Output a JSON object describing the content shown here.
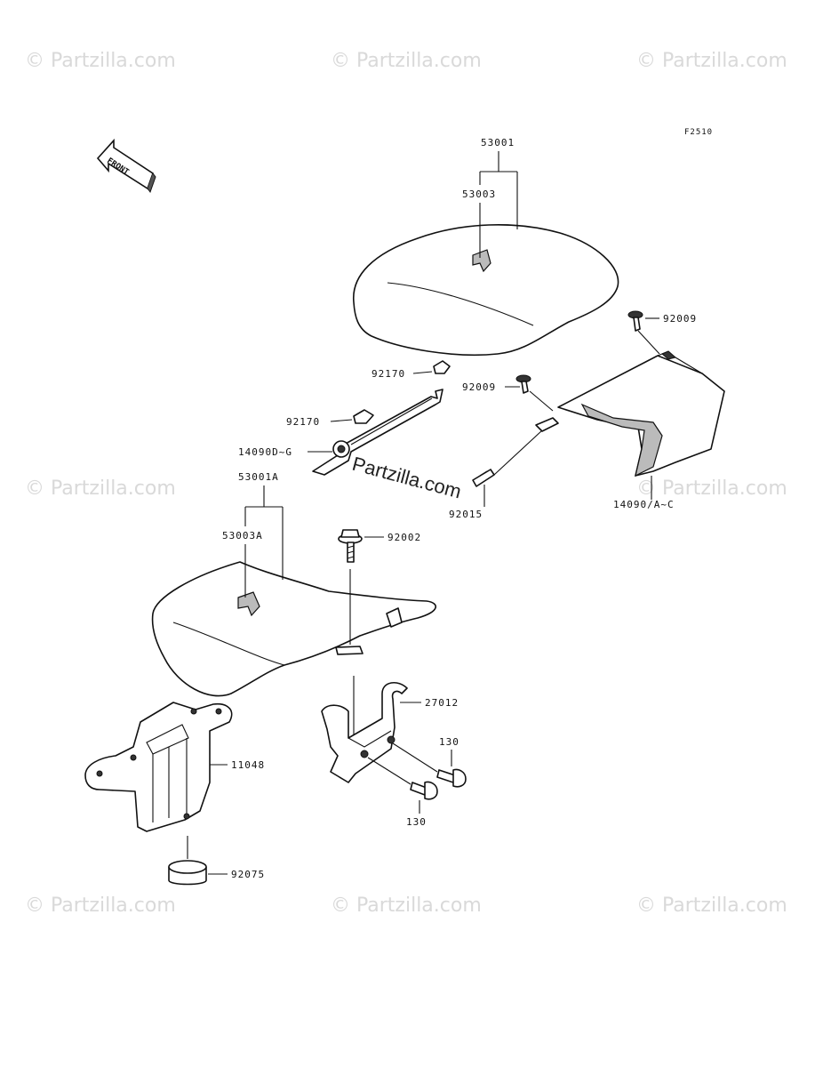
{
  "figure_code": "F2510",
  "front_arrow_label": "FRONT",
  "watermark": {
    "repeat_text": "© Partzilla.com",
    "center_text": "Partzilla.com"
  },
  "parts": {
    "seat_main": "53001",
    "seat_main_label": "53003",
    "seat_front": "53001A",
    "seat_front_label": "53003A",
    "clip_upper": "92170",
    "clip_lower": "92170",
    "bracket_rail": "14090D~G",
    "screw_upper": "92009",
    "screw_lower": "92009",
    "cover_tail": "14090/A~C",
    "clamp": "92015",
    "bolt_flanged": "92002",
    "lock_hook": "27012",
    "bolt_a": "130",
    "bolt_b": "130",
    "bracket_seat": "11048",
    "damper": "92075"
  }
}
